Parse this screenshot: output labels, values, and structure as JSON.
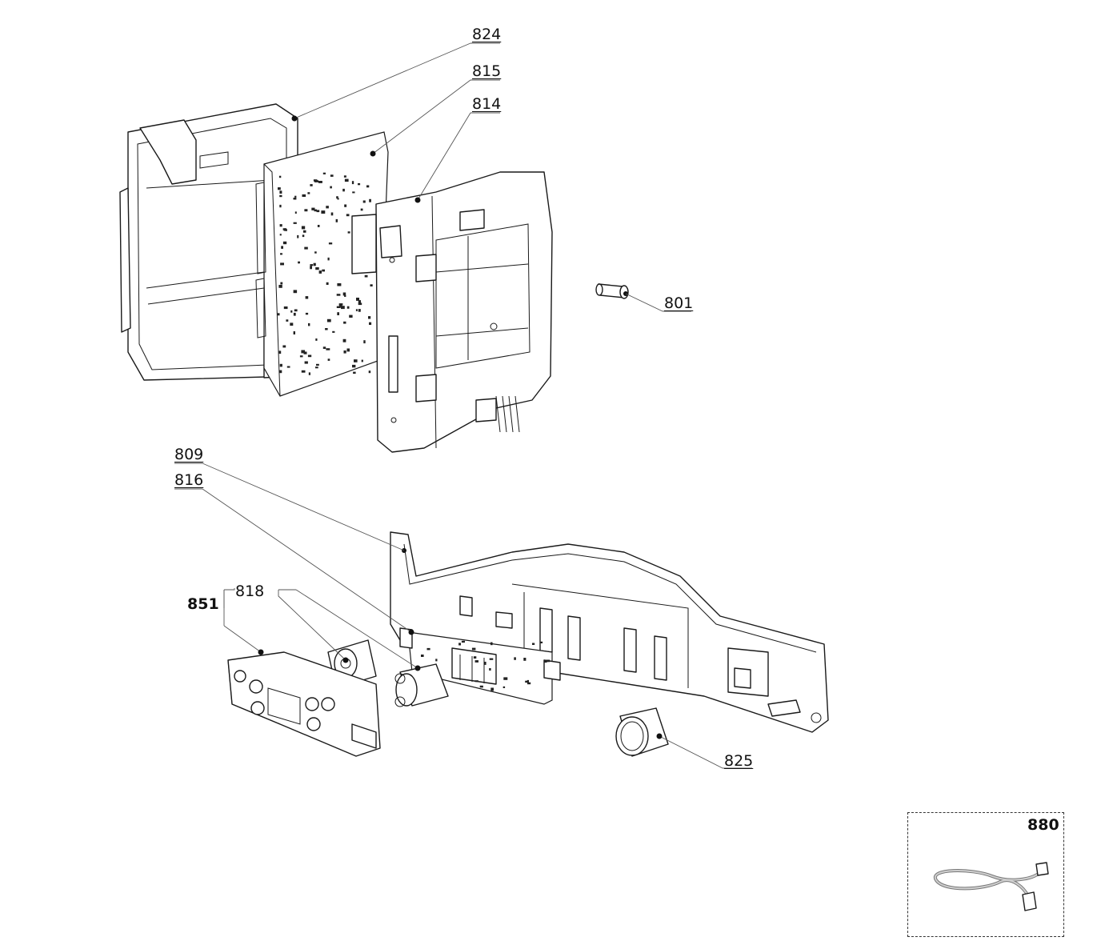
{
  "callouts": {
    "c824": "824",
    "c815": "815",
    "c814": "814",
    "c801": "801",
    "c809": "809",
    "c816": "816",
    "c818": "818",
    "c851": "851",
    "c825": "825",
    "c880": "880"
  }
}
